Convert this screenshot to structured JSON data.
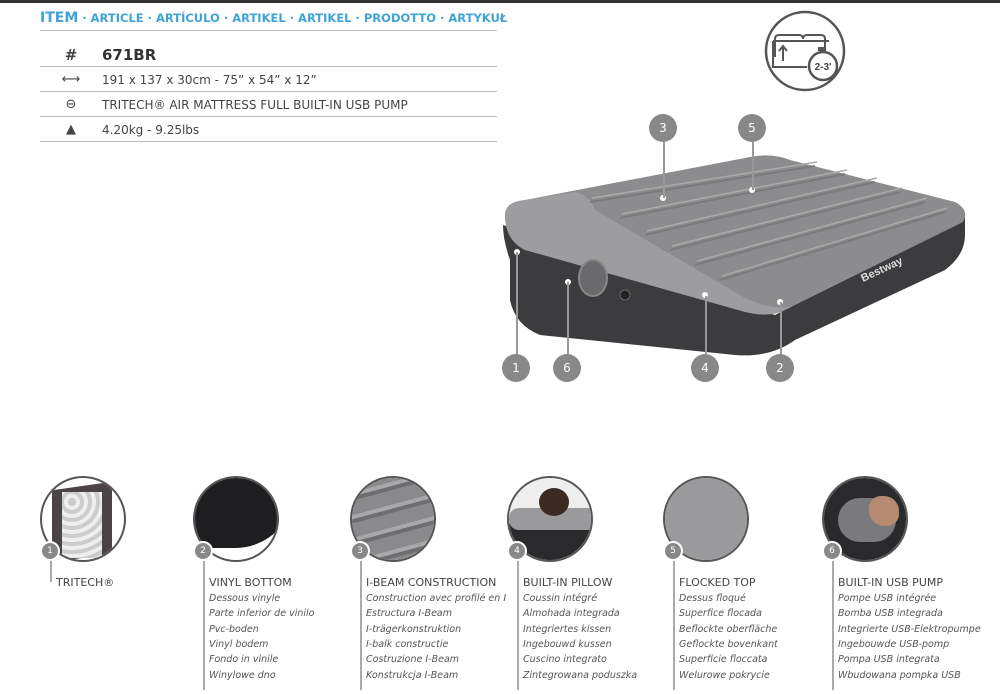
{
  "header": {
    "item": "ITEM",
    "langs": " · ARTICLE · ARTÍCULO · ARTIKEL · ARTIKEL · PRODOTTO · ARTYKUŁ"
  },
  "specs": [
    {
      "icon": "hash-icon",
      "glyph": "#",
      "text": "671BR"
    },
    {
      "icon": "dimensions-arrow-icon",
      "glyph": "⟷",
      "text": "191 x 137 x 30cm - 75” x 54” x 12”"
    },
    {
      "icon": "tritech-icon",
      "glyph": "⊖",
      "text": "TRITECH® AIR MATTRESS FULL BUILT-IN USB PUMP"
    },
    {
      "icon": "weight-icon",
      "glyph": "▲",
      "text": "4.20kg - 9.25lbs"
    }
  ],
  "inflate_time": "2-3'",
  "brand": "Bestway",
  "callouts": [
    "1",
    "2",
    "3",
    "4",
    "5",
    "6"
  ],
  "features": [
    {
      "num": "1",
      "title": "TRITECH®",
      "lines": []
    },
    {
      "num": "2",
      "title": "VINYL BOTTOM",
      "lines": [
        "Dessous vinyle",
        "Parte inferior de vinilo",
        "Pvc-boden",
        "Vinyl bodem",
        "Fondo in vinile",
        "Winylowe dno"
      ]
    },
    {
      "num": "3",
      "title": "I-BEAM CONSTRUCTION",
      "lines": [
        "Construction avec profilé en I",
        "Estructura I-Beam",
        "I-trägerkonstruktion",
        "I-balk constructie",
        "Costruzione I-Beam",
        "Konstrukcja I-Beam"
      ]
    },
    {
      "num": "4",
      "title": "BUILT-IN PILLOW",
      "lines": [
        "Coussin intégré",
        "Almohada integrada",
        "Integriertes kissen",
        "Ingebouwd kussen",
        "Cuscino integrato",
        "Zintegrowana poduszka"
      ]
    },
    {
      "num": "5",
      "title": "FLOCKED TOP",
      "lines": [
        "Dessus floqué",
        "Superfice flocada",
        "Beflockte oberfläche",
        "Geflockte bovenkant",
        "Superficie floccata",
        "Welurowe pokrycie"
      ]
    },
    {
      "num": "6",
      "title": "BUILT-IN USB PUMP",
      "lines": [
        "Pompe USB intégrée",
        "Bomba USB integrada",
        "Integrierte USB-Elektropumpe",
        "Ingebouwde USB-pomp",
        "Pompa USB integrata",
        "Wbudowana pompka USB"
      ]
    }
  ]
}
